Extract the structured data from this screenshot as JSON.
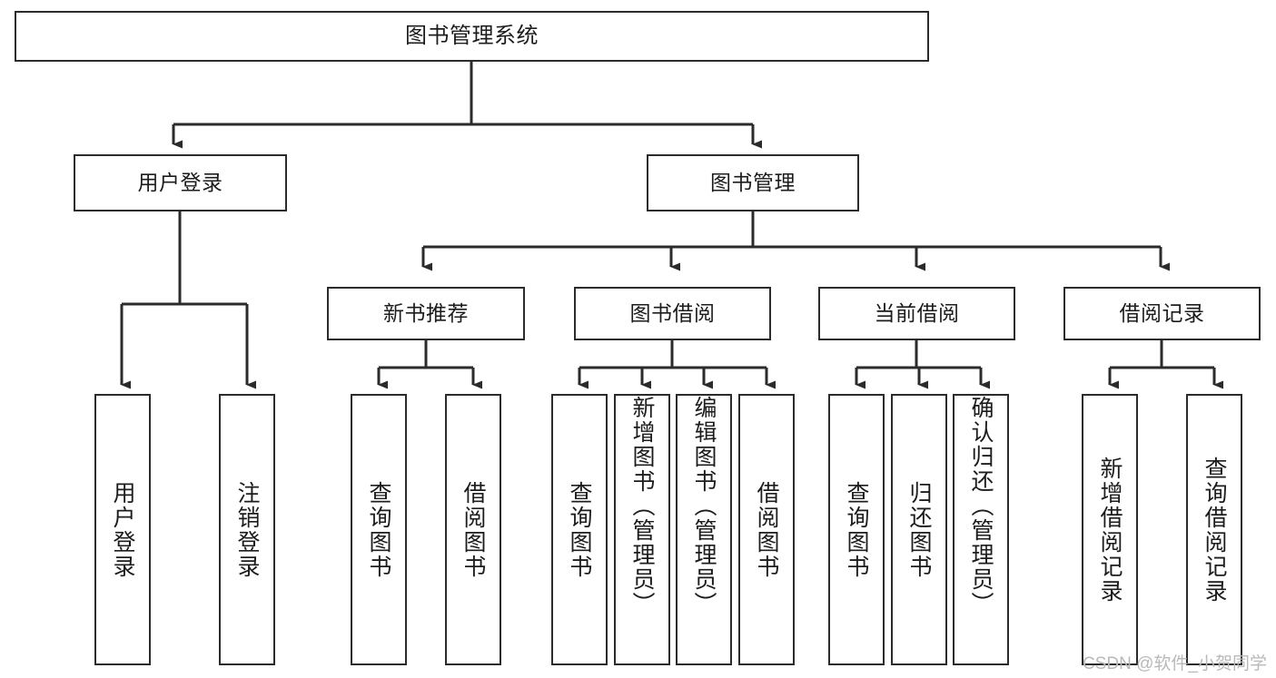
{
  "diagram": {
    "title": "图书管理系统",
    "type": "functional-structure-tree",
    "root": {
      "id": "root",
      "label": "图书管理系统"
    },
    "level2": [
      {
        "id": "user-login",
        "label": "用户登录"
      },
      {
        "id": "book-manage",
        "label": "图书管理"
      }
    ],
    "level3": [
      {
        "id": "new-book-rec",
        "label": "新书推荐",
        "parent": "book-manage"
      },
      {
        "id": "book-borrow",
        "label": "图书借阅",
        "parent": "book-manage"
      },
      {
        "id": "current-borrow",
        "label": "当前借阅",
        "parent": "book-manage"
      },
      {
        "id": "borrow-record",
        "label": "借阅记录",
        "parent": "book-manage"
      }
    ],
    "leaves": [
      {
        "id": "leaf-user-login",
        "label": "用户登录",
        "parent": "user-login"
      },
      {
        "id": "leaf-logout-login",
        "label": "注销登录",
        "parent": "user-login"
      },
      {
        "id": "leaf-query-book-1",
        "label": "查询图书",
        "parent": "new-book-rec"
      },
      {
        "id": "leaf-borrow-book-1",
        "label": "借阅图书",
        "parent": "new-book-rec"
      },
      {
        "id": "leaf-query-book-2",
        "label": "查询图书",
        "parent": "book-borrow"
      },
      {
        "id": "leaf-add-book",
        "label": "新增图书（管理员）",
        "parent": "book-borrow"
      },
      {
        "id": "leaf-edit-book",
        "label": "编辑图书（管理员）",
        "parent": "book-borrow"
      },
      {
        "id": "leaf-borrow-book-2",
        "label": "借阅图书",
        "parent": "book-borrow"
      },
      {
        "id": "leaf-query-book-3",
        "label": "查询图书",
        "parent": "current-borrow"
      },
      {
        "id": "leaf-return-book",
        "label": "归还图书",
        "parent": "current-borrow"
      },
      {
        "id": "leaf-confirm-return",
        "label": "确认归还（管理员）",
        "parent": "current-borrow"
      },
      {
        "id": "leaf-add-record",
        "label": "新增借阅记录",
        "parent": "borrow-record"
      },
      {
        "id": "leaf-query-record",
        "label": "查询借阅记录",
        "parent": "borrow-record"
      }
    ]
  },
  "watermark": {
    "text": "CSDN @软件_小贺同学"
  },
  "colors": {
    "background": "#ffffff",
    "box_border": "#2b2b2b",
    "box_fill": "#ffffff",
    "connector": "#2b2b2b",
    "text": "#1c1c1c",
    "watermark": "#b9b9b9"
  }
}
